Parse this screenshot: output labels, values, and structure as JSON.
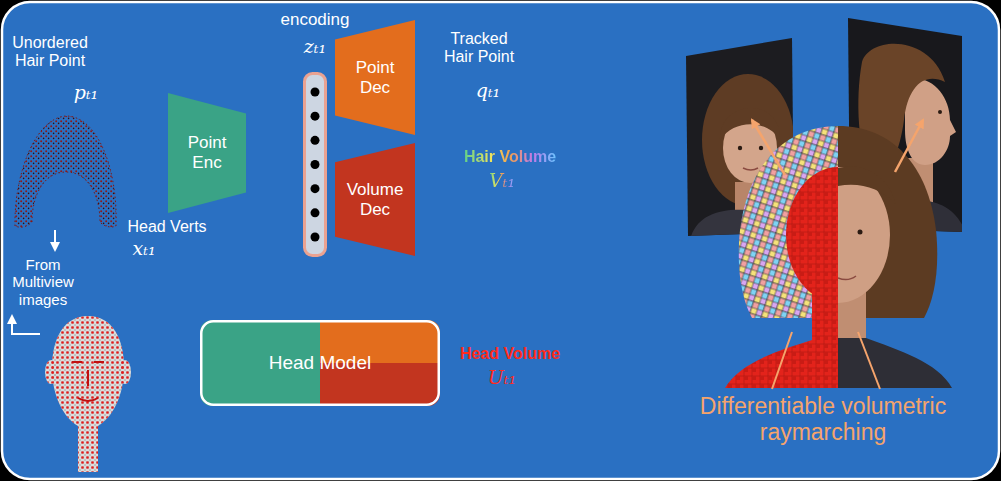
{
  "diagram": {
    "nodes": [
      {
        "text": [
          "Point Enc"
        ]
      },
      {
        "text": [
          "encoding",
          "zₜ₁"
        ]
      },
      {
        "text": [
          "Point Dec"
        ]
      },
      {
        "text": [
          "Volume Dec"
        ]
      },
      {
        "text": [
          "Head Model"
        ]
      }
    ],
    "labels": [
      "Unordered Hair Point",
      "pₜ₁",
      "Tracked Hair Point",
      "qₜ₁",
      "Hair Volume",
      "Vₜ₁",
      "Head Verts",
      "xₜ₁",
      "From Multiview images",
      "Head Volume",
      "Uₜ₁",
      "Differentiable volumetric raymarching"
    ]
  }
}
